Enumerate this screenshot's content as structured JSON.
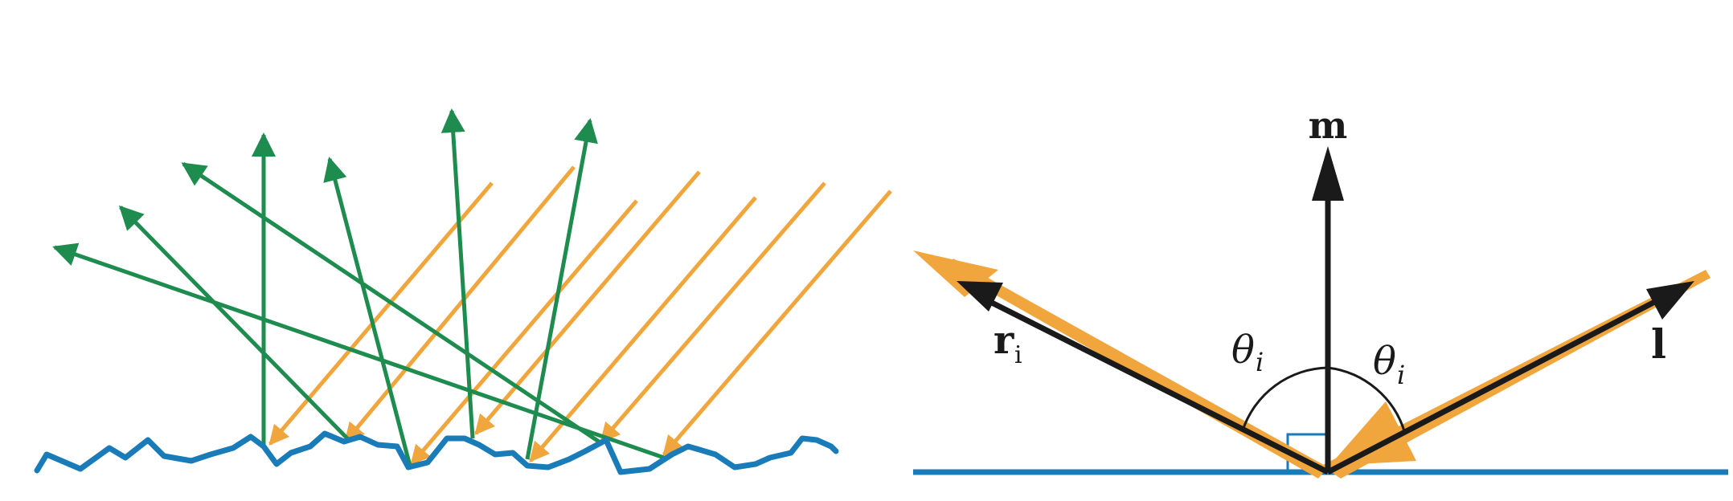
{
  "figure": {
    "left_panel": {
      "caption": ""
    },
    "right_panel": {
      "labels": {
        "normal": "m",
        "reflected": "r",
        "reflected_sub": "i",
        "light": "l",
        "angle_left": "θ",
        "angle_left_sub": "i",
        "angle_right": "θ",
        "angle_right_sub": "i"
      }
    },
    "colors": {
      "surface": "#1A7BB9",
      "incoming_light": "#F0A63C",
      "reflected_light": "#1E8C4E",
      "vectors": "#1A1A1A",
      "right_angle_marker": "#1A7BB9"
    },
    "icons": {
      "incoming": "orange-arrow",
      "reflected": "green-arrow",
      "vector": "black-arrow"
    }
  }
}
